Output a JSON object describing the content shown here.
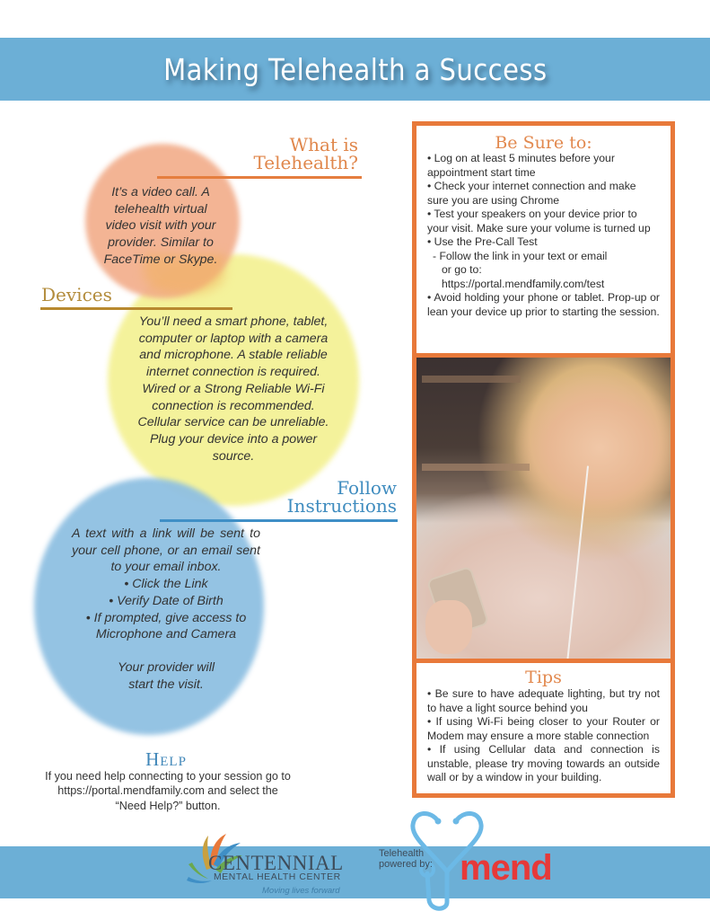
{
  "header": {
    "title": "Making Telehealth a Success"
  },
  "colors": {
    "band_blue": "#6cafd6",
    "frame_orange": "#e8793a",
    "circle_orange": "#f2ae8c",
    "circle_yellow": "#f3f08a",
    "circle_blue": "#8fc0e2",
    "mend_red": "#e63939"
  },
  "what_is": {
    "heading_line1": "What is",
    "heading_line2": "Telehealth?",
    "body_lines": [
      "It’s a video call. A",
      "telehealth virtual",
      "video visit with your",
      "provider. Similar to",
      "FaceTime or Skype."
    ]
  },
  "devices": {
    "heading": "Devices",
    "body_lines": [
      "You’ll need a smart phone, tablet,",
      "computer or laptop with a camera",
      "and microphone. A stable reliable",
      "internet connection is required.",
      "Wired or a Strong Reliable Wi-Fi",
      "connection is recommended.",
      "Cellular service can be unreliable.",
      "Plug your device into a power",
      "source."
    ]
  },
  "follow": {
    "heading_line1": "Follow",
    "heading_line2": "Instructions",
    "intro": "A text with a link will be sent to your cell phone, or an email sent to your email inbox.",
    "steps": [
      "• Click the Link",
      "• Verify Date of Birth",
      "• If prompted, give access to Microphone and Camera"
    ],
    "outro_line1": "Your provider will",
    "outro_line2": "start the visit."
  },
  "help": {
    "title": "Help",
    "body": "If you need help connecting to your session go to https://portal.mendfamily.com and select the “Need Help?” button."
  },
  "be_sure": {
    "title": "Be Sure to:",
    "items": [
      "• Log on at least 5 minutes before your appointment start time",
      "• Check your internet connection and make sure you are using Chrome",
      "• Test your speakers on your device prior to your visit. Make sure your volume is turned up",
      "• Use the Pre-Call Test"
    ],
    "sub_item": "- Follow the link in your text or email",
    "sub_item_cont1": "or go to:",
    "sub_item_cont2": "https://portal.mendfamily.com/test",
    "last_item": "• Avoid holding your phone or tablet. Prop-up or lean your device up prior to starting the session."
  },
  "photo": {
    "alt": "Smiling woman with earphones looking at her smartphone"
  },
  "tips": {
    "title": "Tips",
    "items": [
      "• Be sure to have adequate lighting, but try not to have a light source behind you",
      "• If using Wi-Fi being closer to your Router or Modem may ensure a more stable connection",
      "• If using Cellular data and connection is unstable, please try moving towards an outside wall or by a window in your building."
    ]
  },
  "footer": {
    "centennial_name": "CENTENNIAL",
    "centennial_sub": "MENTAL HEALTH CENTER",
    "centennial_tagline": "Moving lives forward",
    "telehealth_line1": "Telehealth",
    "telehealth_line2": "powered by:",
    "mend_logo": "mend"
  }
}
